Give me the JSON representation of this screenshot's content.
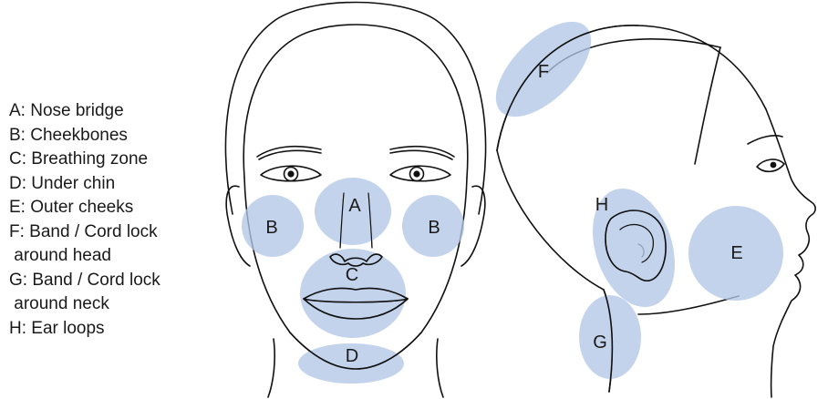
{
  "legend": [
    "A: Nose bridge",
    "B: Cheekbones",
    "C: Breathing zone",
    "D: Under chin",
    "E: Outer cheeks",
    "F: Band / Cord lock",
    " around head",
    "G: Band / Cord lock",
    " around neck",
    "H: Ear loops"
  ],
  "zone_labels": {
    "a": "A",
    "b_left": "B",
    "b_right": "B",
    "c": "C",
    "d": "D",
    "e": "E",
    "f": "F",
    "g": "G",
    "h": "H"
  },
  "colors": {
    "zone_fill": "#b4c7e7",
    "line": "#111111"
  }
}
